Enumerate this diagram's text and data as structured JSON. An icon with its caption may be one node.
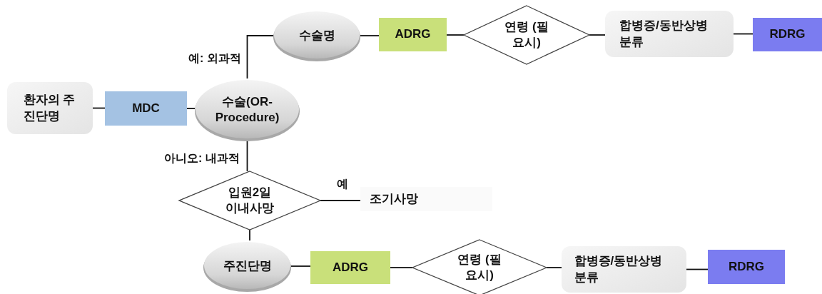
{
  "diagram": {
    "nodes": [
      {
        "text": [
          "환자의 주진단명"
        ]
      },
      {
        "text": [
          "MDC"
        ]
      },
      {
        "text": [
          "수술(OR- Procedure)"
        ]
      },
      {
        "text": [
          "수술명"
        ]
      },
      {
        "text": [
          "ADRG"
        ]
      },
      {
        "text": [
          "연령 (필요시)"
        ]
      },
      {
        "text": [
          "합병증/동반상병 분류"
        ]
      },
      {
        "text": [
          "RDRG"
        ]
      },
      {
        "text": [
          "입원2일 이내사망"
        ]
      },
      {
        "text": [
          "조기사망"
        ]
      },
      {
        "text": [
          "주진단명"
        ]
      },
      {
        "text": [
          "ADRG"
        ]
      },
      {
        "text": [
          "연령 (필요시)"
        ]
      },
      {
        "text": [
          "합병증/동반상병 분류"
        ]
      },
      {
        "text": [
          "RDRG"
        ]
      }
    ],
    "edges": [
      {
        "from": 0,
        "to": 1,
        "arrow": "none"
      },
      {
        "from": 1,
        "to": 2,
        "arrow": "none"
      },
      {
        "from": 2,
        "to": 3,
        "arrow": "none",
        "label": "예: 외과적"
      },
      {
        "from": 3,
        "to": 4,
        "arrow": "none"
      },
      {
        "from": 4,
        "to": 5,
        "arrow": "none"
      },
      {
        "from": 5,
        "to": 6,
        "arrow": "none"
      },
      {
        "from": 6,
        "to": 7,
        "arrow": "none"
      },
      {
        "from": 2,
        "to": 8,
        "arrow": "none",
        "label": "아니오: 내과적"
      },
      {
        "from": 8,
        "to": 9,
        "arrow": "none",
        "label": "예"
      },
      {
        "from": 8,
        "to": 10,
        "arrow": "none"
      },
      {
        "from": 10,
        "to": 11,
        "arrow": "none"
      },
      {
        "from": 11,
        "to": 12,
        "arrow": "none"
      },
      {
        "from": 12,
        "to": 13,
        "arrow": "none"
      },
      {
        "from": 13,
        "to": 14,
        "arrow": "none"
      }
    ]
  }
}
